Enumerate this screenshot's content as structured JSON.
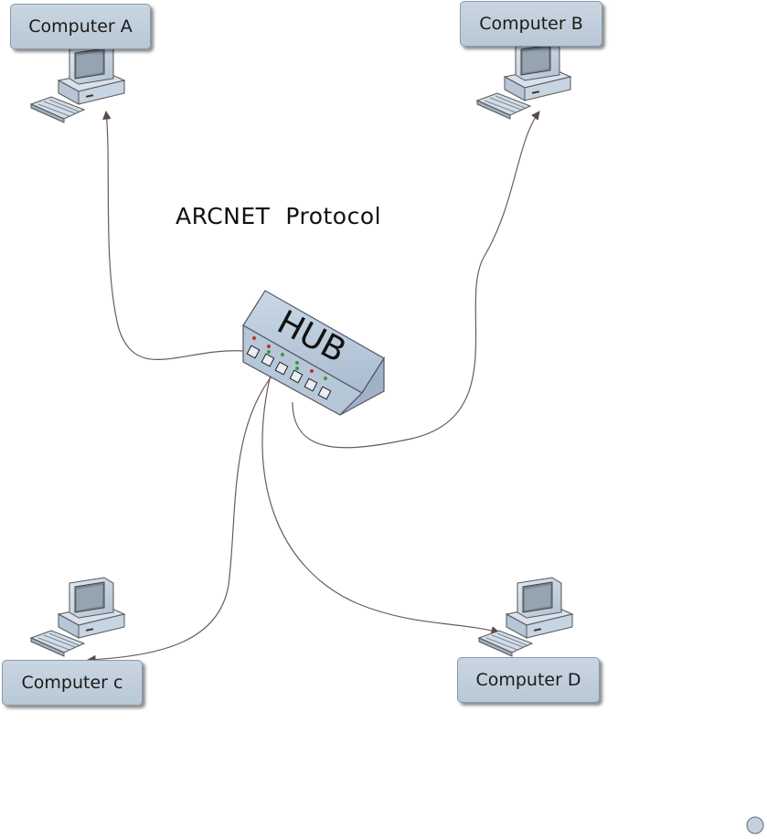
{
  "title": "ARCNET  Protocol",
  "hub": {
    "label": "HUB"
  },
  "computers": {
    "a": {
      "label": "Computer A"
    },
    "b": {
      "label": "Computer B"
    },
    "c": {
      "label": "Computer c"
    },
    "d": {
      "label": "Computer D"
    }
  },
  "colors": {
    "label_fill": "#c4d2df",
    "device_fill": "#c8d5e2",
    "cable": "#6e5a56"
  }
}
